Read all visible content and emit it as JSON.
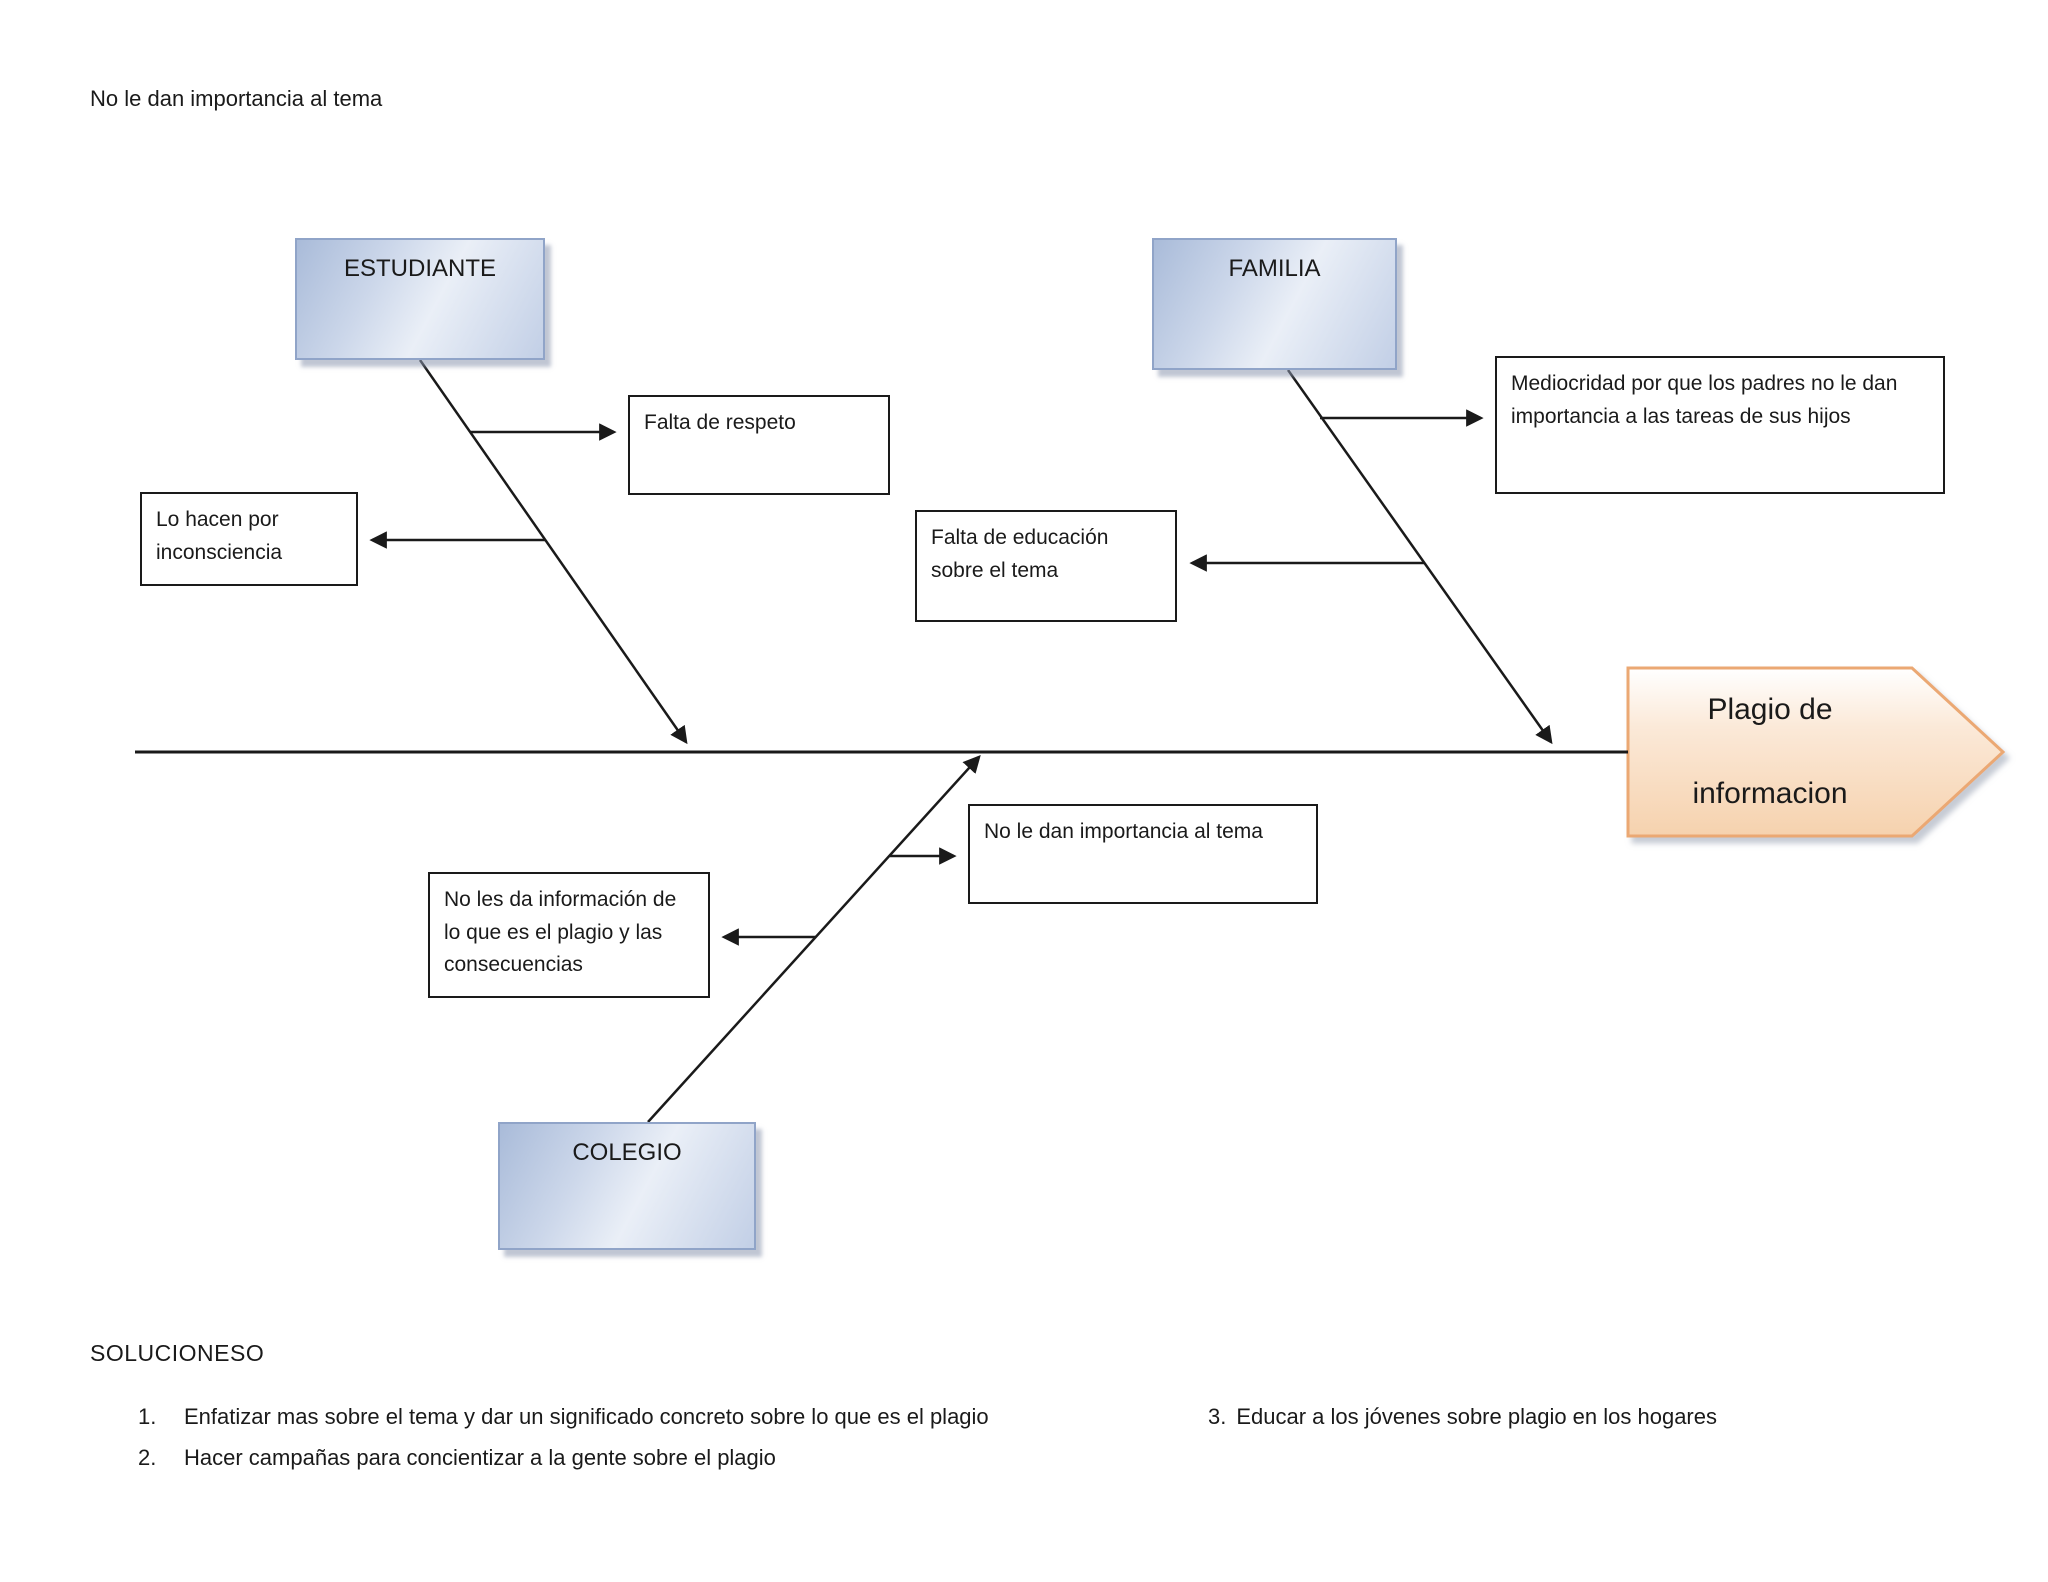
{
  "page": {
    "note_top": "No le dan importancia al tema"
  },
  "diagram": {
    "type": "fishbone",
    "effect": {
      "line1": "Plagio de",
      "line2": "informacion"
    },
    "categories": {
      "estudiante": {
        "label": "ESTUDIANTE"
      },
      "familia": {
        "label": "FAMILIA"
      },
      "colegio": {
        "label": "COLEGIO"
      }
    },
    "causes": {
      "falta_respeto": "Falta de respeto",
      "inconsciencia": "Lo hacen por inconsciencia",
      "falta_educacion": "Falta de educación sobre el tema",
      "mediocridad": "Mediocridad por que los padres no le dan importancia a las tareas de sus hijos",
      "no_importancia": "No le dan importancia al tema",
      "no_informacion": "No les da información de lo que es el plagio y las consecuencias"
    }
  },
  "solutions": {
    "heading": "SOLUCIONESO",
    "items": [
      {
        "num": "1.",
        "text": "Enfatizar mas sobre el tema y dar un significado concreto sobre lo que es el plagio"
      },
      {
        "num": "2.",
        "text": "Hacer campañas para concientizar a la gente sobre el plagio"
      },
      {
        "num": "3.",
        "text": "Educar a los jóvenes sobre plagio en los hogares"
      }
    ]
  },
  "colors": {
    "line_color": "#1a1a1a",
    "category_border": "#90a4c8",
    "category_fill": "#ccd7ea",
    "effect_border": "#eba873",
    "effect_fill": "#f6d2ae"
  }
}
